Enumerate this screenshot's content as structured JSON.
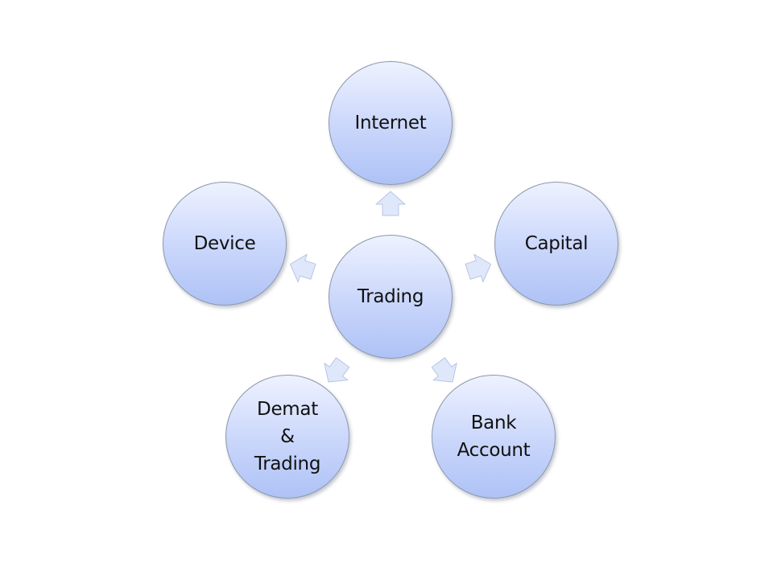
{
  "diagram": {
    "center": {
      "label": "Trading"
    },
    "nodes": [
      {
        "id": "internet",
        "lines": [
          "Internet"
        ]
      },
      {
        "id": "capital",
        "lines": [
          "Capital"
        ]
      },
      {
        "id": "bank-account",
        "lines": [
          "Bank",
          "Account"
        ]
      },
      {
        "id": "demat-trading",
        "lines": [
          "Demat",
          "&",
          "Trading"
        ]
      },
      {
        "id": "device",
        "lines": [
          "Device"
        ]
      }
    ],
    "colors": {
      "node_fill_top": "#eef2ff",
      "node_fill_bottom": "#aec2f6",
      "node_border": "#8d97a8",
      "arrow_fill": "#dfe7fb",
      "arrow_border": "#b9c5e3"
    }
  }
}
